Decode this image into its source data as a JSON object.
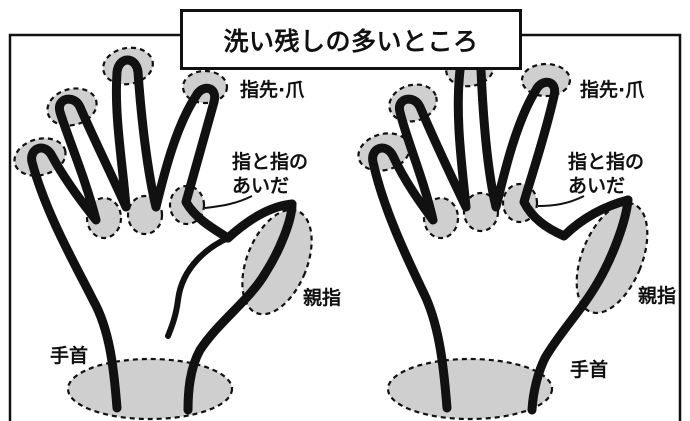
{
  "title": "洗い残しの多いところ",
  "left_hand": {
    "labels": {
      "fingertip_nail": "指先·爪",
      "between_fingers_line1": "指と指の",
      "between_fingers_line2": "あいだ",
      "thumb": "親指",
      "wrist": "手首"
    }
  },
  "right_hand": {
    "labels": {
      "fingertip_nail": "指先·爪",
      "between_fingers_line1": "指と指の",
      "between_fingers_line2": "あいだ",
      "thumb": "親指",
      "wrist": "手首"
    }
  },
  "colors": {
    "outline": "#111111",
    "highlight_fill": "#cfcfcf",
    "background": "#ffffff"
  }
}
